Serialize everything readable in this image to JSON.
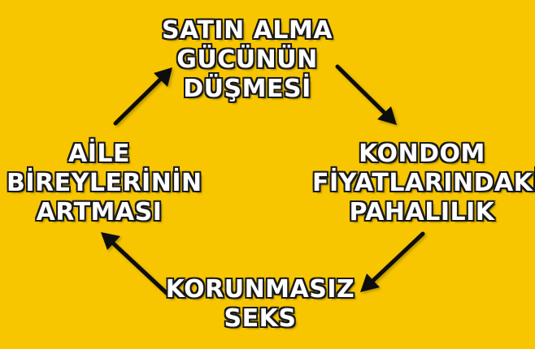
{
  "cycle": {
    "top": {
      "lines": [
        "SATIN ALMA",
        "GÜCÜNÜN",
        "DÜŞMESİ"
      ]
    },
    "right": {
      "lines": [
        "KONDOM",
        "FİYATLARINDAKİ",
        "PAHALILIK"
      ]
    },
    "bottom": {
      "lines": [
        "KORUNMASIZ",
        "SEKS"
      ]
    },
    "left": {
      "lines": [
        "AİLE",
        "BİREYLERİNİN",
        "ARTMASI"
      ]
    }
  },
  "colors": {
    "background": "#f7c600",
    "text": "#ffffff",
    "outline": "#1a1a1a",
    "arrow": "#111111"
  }
}
